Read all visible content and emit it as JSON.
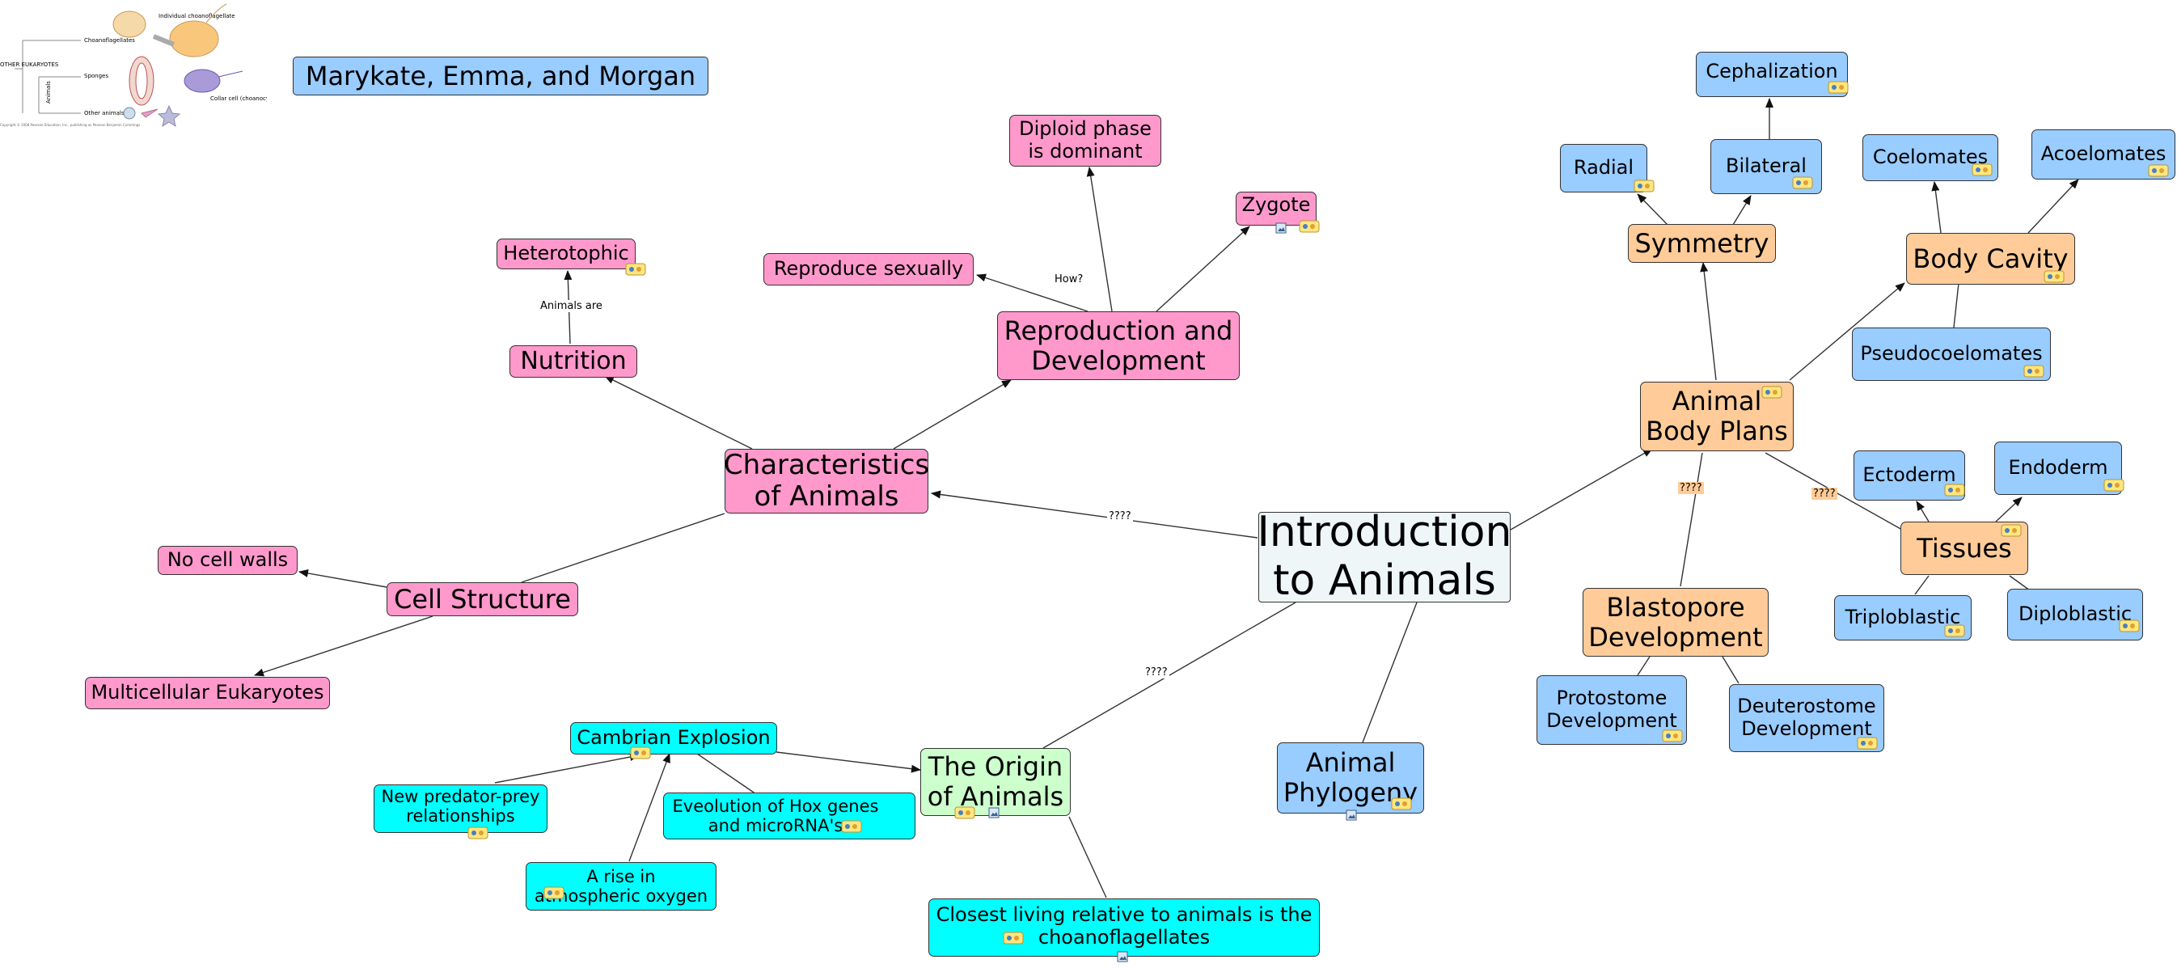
{
  "authors": "Marykate, Emma, and Morgan",
  "figure": {
    "labels": {
      "choanoflagellates": "Choanoflagellates",
      "individual": "Individual choanoflagellate",
      "other_eukaryotes": "OTHER EUKARYOTES",
      "sponges": "Sponges",
      "animals": "Animals",
      "collar_cell": "Collar cell (choanocyte)",
      "other_animals": "Other animals"
    },
    "caption": "Copyright © 2008 Pearson Education, Inc., publishing as Pearson Benjamin Cummings"
  },
  "nodes": {
    "root": "Introduction to Animals",
    "characteristics": "Characteristics of Animals",
    "nutrition": "Nutrition",
    "heterotophic": "Heterotophic",
    "reproduction": "Reproduction and Development",
    "reproduce_sexually": "Reproduce sexually",
    "diploid": "Diploid phase is dominant",
    "zygote": "Zygote",
    "cell_structure": "Cell Structure",
    "no_cell_walls": "No cell walls",
    "multicellular": "Multicellular Eukaryotes",
    "origin": "The Origin of Animals",
    "cambrian": "Cambrian Explosion",
    "predator": "New predator-prey relationships",
    "hox": "Eveolution of Hox genes and microRNA's",
    "oxygen": "A rise in atmospheric oxygen",
    "choanoflagellates": "Closest living relative to animals is the choanoflagellates",
    "phylogeny": "Animal Phylogeny",
    "body_plans": "Animal Body Plans",
    "symmetry": "Symmetry",
    "radial": "Radial",
    "bilateral": "Bilateral",
    "cephalization": "Cephalization",
    "body_cavity": "Body Cavity",
    "coelomates": "Coelomates",
    "acoelomates": "Acoelomates",
    "pseudocoelomates": "Pseudocoelomates",
    "tissues": "Tissues",
    "ectoderm": "Ectoderm",
    "endoderm": "Endoderm",
    "triploblastic": "Triploblastic",
    "diploblastic": "Diploblastic",
    "blastopore": "Blastopore Development",
    "protostome": "Protostome Development",
    "deuterostome": "Deuterostome Development"
  },
  "link_labels": {
    "animals_are": "Animals are",
    "how": "How?",
    "q_characteristics": "????",
    "q_origin": "????",
    "q_blastopore": "????",
    "q_tissues": "????"
  },
  "colors": {
    "pink": "#ff99cc",
    "blue": "#99ccff",
    "orange": "#ffcc99",
    "cyan": "#00ffff",
    "green": "#ccffcc",
    "line": "#333333"
  },
  "icons": [
    "resource-link-icon",
    "image-resource-icon"
  ]
}
